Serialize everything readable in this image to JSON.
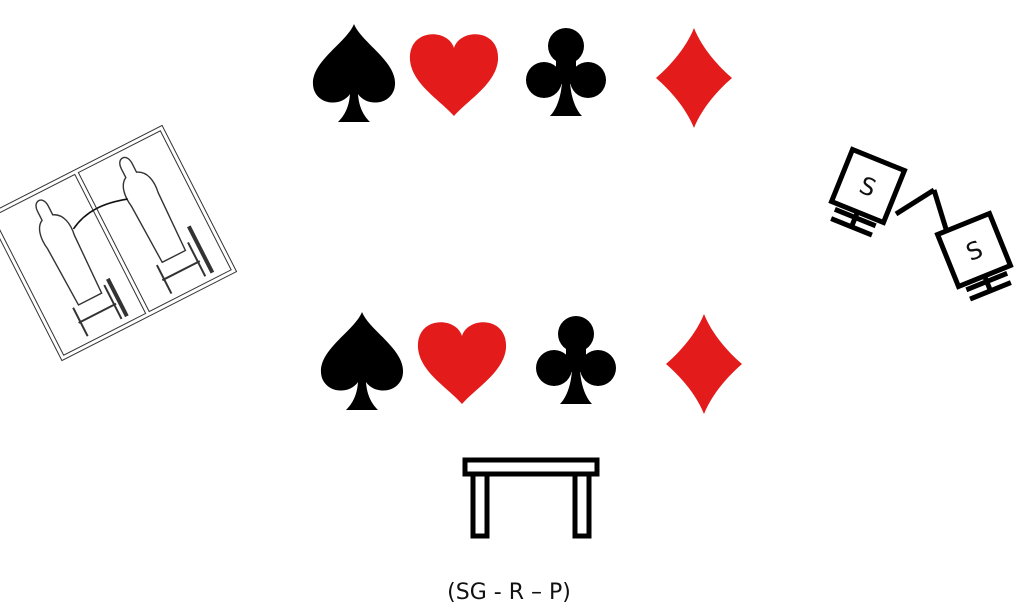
{
  "colors": {
    "black": "#000000",
    "red": "#e31b1b",
    "outline": "#222222"
  },
  "suit_rows": [
    {
      "suits": [
        "spade",
        "heart",
        "club",
        "diamond"
      ]
    },
    {
      "suits": [
        "spade",
        "heart",
        "club",
        "diamond"
      ]
    }
  ],
  "icons": {
    "targets": "silhouette-target-stands-icon",
    "screens": "s-target-screens-icon",
    "table": "table-icon"
  },
  "screen_label": "S",
  "caption": "(SG - R – P)"
}
